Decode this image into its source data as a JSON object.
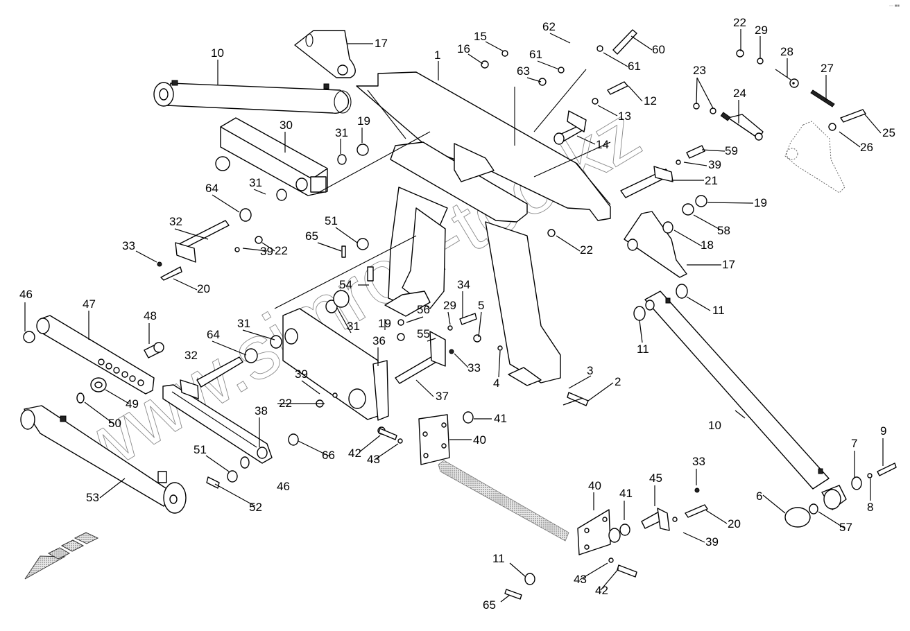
{
  "diagram": {
    "title": "Exploded parts diagram - three-point hitch frame assembly",
    "watermark": "www.simron-too.kz",
    "corner_mark": "— ■■",
    "direction_arrow": "forward-direction-arrow",
    "callouts": [
      {
        "id": "c1",
        "label": "1"
      },
      {
        "id": "c2",
        "label": "2"
      },
      {
        "id": "c3",
        "label": "3"
      },
      {
        "id": "c4",
        "label": "4"
      },
      {
        "id": "c5",
        "label": "5"
      },
      {
        "id": "c6",
        "label": "6"
      },
      {
        "id": "c7",
        "label": "7"
      },
      {
        "id": "c8",
        "label": "8"
      },
      {
        "id": "c9",
        "label": "9"
      },
      {
        "id": "c10a",
        "label": "10"
      },
      {
        "id": "c10b",
        "label": "10"
      },
      {
        "id": "c11a",
        "label": "11"
      },
      {
        "id": "c11b",
        "label": "11"
      },
      {
        "id": "c11c",
        "label": "11"
      },
      {
        "id": "c12",
        "label": "12"
      },
      {
        "id": "c13",
        "label": "13"
      },
      {
        "id": "c14",
        "label": "14"
      },
      {
        "id": "c15",
        "label": "15"
      },
      {
        "id": "c16",
        "label": "16"
      },
      {
        "id": "c17a",
        "label": "17"
      },
      {
        "id": "c17b",
        "label": "17"
      },
      {
        "id": "c18",
        "label": "18"
      },
      {
        "id": "c19a",
        "label": "19"
      },
      {
        "id": "c19b",
        "label": "19"
      },
      {
        "id": "c19c",
        "label": "19"
      },
      {
        "id": "c20a",
        "label": "20"
      },
      {
        "id": "c20b",
        "label": "20"
      },
      {
        "id": "c21",
        "label": "21"
      },
      {
        "id": "c22a",
        "label": "22"
      },
      {
        "id": "c22b",
        "label": "22"
      },
      {
        "id": "c22c",
        "label": "22"
      },
      {
        "id": "c22d",
        "label": "22"
      },
      {
        "id": "c23",
        "label": "23"
      },
      {
        "id": "c24",
        "label": "24"
      },
      {
        "id": "c25",
        "label": "25"
      },
      {
        "id": "c26",
        "label": "26"
      },
      {
        "id": "c27",
        "label": "27"
      },
      {
        "id": "c28",
        "label": "28"
      },
      {
        "id": "c29a",
        "label": "29"
      },
      {
        "id": "c29b",
        "label": "29"
      },
      {
        "id": "c30",
        "label": "30"
      },
      {
        "id": "c31a",
        "label": "31"
      },
      {
        "id": "c31b",
        "label": "31"
      },
      {
        "id": "c31c",
        "label": "31"
      },
      {
        "id": "c31d",
        "label": "31"
      },
      {
        "id": "c32a",
        "label": "32"
      },
      {
        "id": "c32b",
        "label": "32"
      },
      {
        "id": "c33a",
        "label": "33"
      },
      {
        "id": "c33b",
        "label": "33"
      },
      {
        "id": "c33c",
        "label": "33"
      },
      {
        "id": "c34",
        "label": "34"
      },
      {
        "id": "c36",
        "label": "36"
      },
      {
        "id": "c37",
        "label": "37"
      },
      {
        "id": "c38",
        "label": "38"
      },
      {
        "id": "c39a",
        "label": "39"
      },
      {
        "id": "c39b",
        "label": "39"
      },
      {
        "id": "c39c",
        "label": "39"
      },
      {
        "id": "c39d",
        "label": "39"
      },
      {
        "id": "c40a",
        "label": "40"
      },
      {
        "id": "c40b",
        "label": "40"
      },
      {
        "id": "c41a",
        "label": "41"
      },
      {
        "id": "c41b",
        "label": "41"
      },
      {
        "id": "c42a",
        "label": "42"
      },
      {
        "id": "c42b",
        "label": "42"
      },
      {
        "id": "c43a",
        "label": "43"
      },
      {
        "id": "c43b",
        "label": "43"
      },
      {
        "id": "c45",
        "label": "45"
      },
      {
        "id": "c46a",
        "label": "46"
      },
      {
        "id": "c46b",
        "label": "46"
      },
      {
        "id": "c47",
        "label": "47"
      },
      {
        "id": "c48",
        "label": "48"
      },
      {
        "id": "c49",
        "label": "49"
      },
      {
        "id": "c50",
        "label": "50"
      },
      {
        "id": "c51a",
        "label": "51"
      },
      {
        "id": "c51b",
        "label": "51"
      },
      {
        "id": "c52",
        "label": "52"
      },
      {
        "id": "c53",
        "label": "53"
      },
      {
        "id": "c54",
        "label": "54"
      },
      {
        "id": "c55",
        "label": "55"
      },
      {
        "id": "c56",
        "label": "56"
      },
      {
        "id": "c57",
        "label": "57"
      },
      {
        "id": "c58",
        "label": "58"
      },
      {
        "id": "c59",
        "label": "59"
      },
      {
        "id": "c60",
        "label": "60"
      },
      {
        "id": "c61a",
        "label": "61"
      },
      {
        "id": "c61b",
        "label": "61"
      },
      {
        "id": "c62",
        "label": "62"
      },
      {
        "id": "c63",
        "label": "63"
      },
      {
        "id": "c64a",
        "label": "64"
      },
      {
        "id": "c64b",
        "label": "64"
      },
      {
        "id": "c65a",
        "label": "65"
      },
      {
        "id": "c65b",
        "label": "65"
      },
      {
        "id": "c66",
        "label": "66"
      }
    ]
  }
}
